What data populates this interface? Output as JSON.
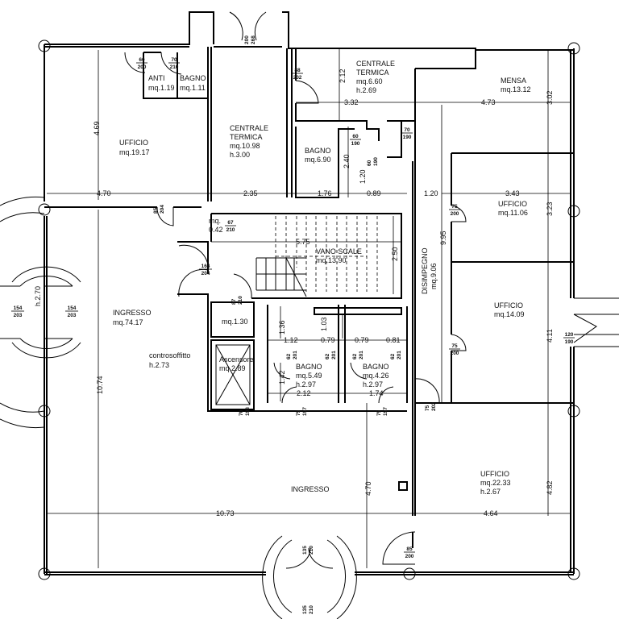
{
  "rooms": [
    {
      "name": "UFFICIO",
      "area": "mq.19.17"
    },
    {
      "name": "ANTI",
      "area": "mq.1.19"
    },
    {
      "name": "BAGNO",
      "area": "mq.1.11"
    },
    {
      "name": "CENTRALE",
      "name2": "TERMICA",
      "area": "mq.10.98",
      "height": "h.3.00"
    },
    {
      "name": "CENTRALE",
      "name2": "TERMICA",
      "area": "mq.6.60",
      "height": "h.2.69"
    },
    {
      "name": "BAGNO",
      "area": "mq.6.90"
    },
    {
      "name": "MENSA",
      "area": "mq.13.12"
    },
    {
      "name": "UFFICIO",
      "area": "mq.11.06"
    },
    {
      "name": "UFFICIO",
      "area": "mq.14.09"
    },
    {
      "name": "VANO SCALE",
      "area": "mq.13.90"
    },
    {
      "name": "DISIMPEGNO",
      "area": "mq.9.06"
    },
    {
      "name": "INGRESSO",
      "area": "mq.74.17",
      "note": "controsoffitto",
      "height": "h.2.73"
    },
    {
      "area": "mq.1.30"
    },
    {
      "name": "Ascensore",
      "area": "mq.2.89"
    },
    {
      "name": "BAGNO",
      "area": "mq.5.49",
      "height": "h.2.97"
    },
    {
      "name": "BAGNO",
      "area": "mq.4.26",
      "height": "h.2.97"
    },
    {
      "name": "INGRESSO"
    },
    {
      "name": "UFFICIO",
      "area": "mq.22.33",
      "height": "h.2.67"
    },
    {
      "name": "mq.",
      "area": "0.42"
    },
    {
      "height": "h.2.70"
    }
  ],
  "dims": [
    "4.69",
    "4.70",
    "2.35",
    "1.76",
    "0.89",
    "2.12",
    "3.32",
    "2.40",
    "1.20",
    "4.73",
    "3.02",
    "1.20",
    "3.43",
    "3.23",
    "9.95",
    "4.11",
    "5.75",
    "2.50",
    "1.36",
    "1.12",
    "1.03",
    "0.79",
    "0.79",
    "0.81",
    "1.42",
    "2.12",
    "1.74",
    "10.74",
    "4.70",
    "10.73",
    "4.64",
    "4.82"
  ],
  "doors": [
    {
      "w": "60",
      "h": "200"
    },
    {
      "w": "70",
      "h": "210"
    },
    {
      "w": "200",
      "h": "268"
    },
    {
      "w": "88",
      "h": "202"
    },
    {
      "w": "60",
      "h": "190"
    },
    {
      "w": "70",
      "h": "190"
    },
    {
      "w": "60",
      "h": "190"
    },
    {
      "w": "85",
      "h": "204"
    },
    {
      "w": "67",
      "h": "210"
    },
    {
      "w": "164",
      "h": "204"
    },
    {
      "w": "87",
      "h": "210"
    },
    {
      "w": "154",
      "h": "203"
    },
    {
      "w": "154",
      "h": "203"
    },
    {
      "w": "62",
      "h": "201"
    },
    {
      "w": "62",
      "h": "201"
    },
    {
      "w": "62",
      "h": "201"
    },
    {
      "w": "62",
      "h": "201"
    },
    {
      "w": "70",
      "h": "198"
    },
    {
      "w": "75",
      "h": "197"
    },
    {
      "w": "75",
      "h": "197"
    },
    {
      "w": "75",
      "h": "202"
    },
    {
      "w": "75",
      "h": "200"
    },
    {
      "w": "75",
      "h": "200"
    },
    {
      "w": "120",
      "h": "190"
    },
    {
      "w": "85",
      "h": "200"
    },
    {
      "w": "135",
      "h": "210"
    },
    {
      "w": "135",
      "h": "210"
    }
  ]
}
